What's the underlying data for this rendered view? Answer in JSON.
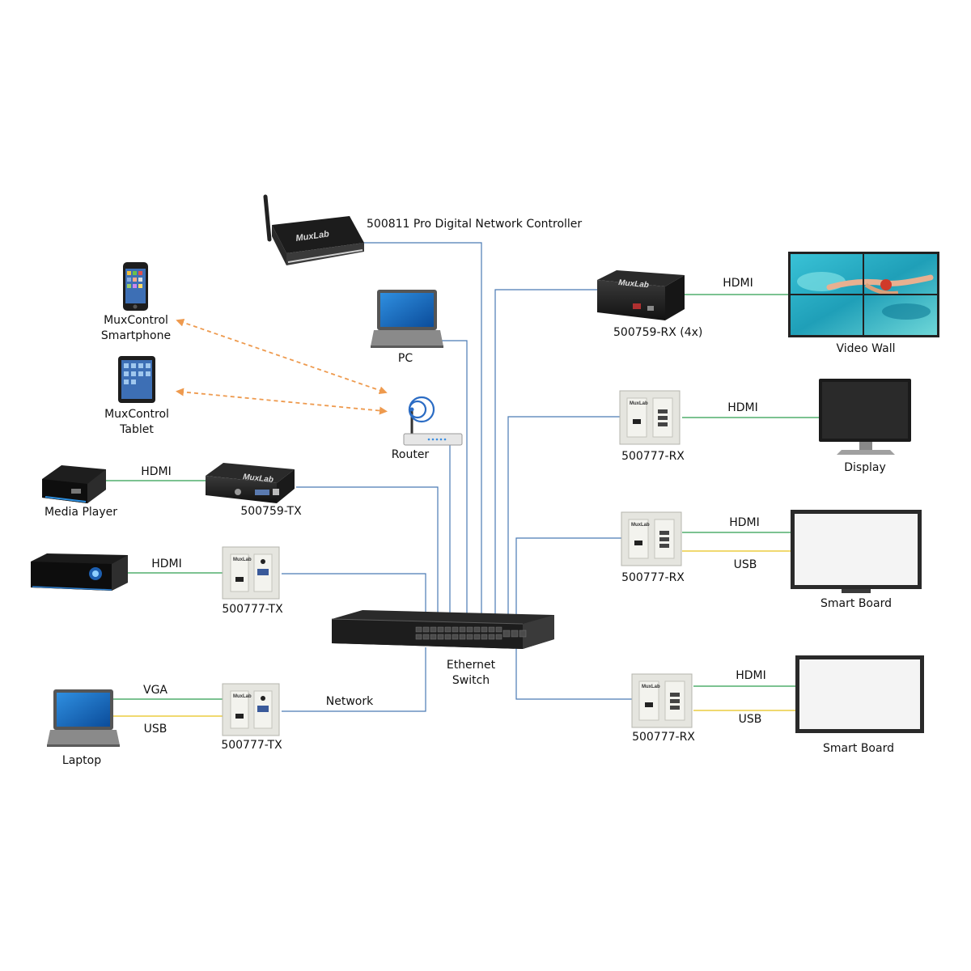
{
  "labels": {
    "controller": "500811 Pro Digital Network Controller",
    "smartphone_line1": "MuxControl",
    "smartphone_line2": "Smartphone",
    "tablet_line1": "MuxControl",
    "tablet_line2": "Tablet",
    "pc": "PC",
    "router": "Router",
    "media_player": "Media Player",
    "tx_500759": "500759-TX",
    "tx_500777_a": "500777-TX",
    "tx_500777_b": "500777-TX",
    "laptop": "Laptop",
    "switch_line1": "Ethernet",
    "switch_line2": "Switch",
    "rx_500759": "500759-RX  (4x)",
    "video_wall": "Video Wall",
    "rx_500777_a": "500777-RX",
    "display": "Display",
    "rx_500777_b": "500777-RX",
    "smart_board_a": "Smart Board",
    "rx_500777_c": "500777-RX",
    "smart_board_b": "Smart Board"
  },
  "links": {
    "hdmi_media_player": "HDMI",
    "hdmi_server": "HDMI",
    "vga_laptop": "VGA",
    "usb_laptop": "USB",
    "network": "Network",
    "hdmi_video_wall": "HDMI",
    "hdmi_display": "HDMI",
    "hdmi_smart_board_a": "HDMI",
    "usb_smart_board_a": "USB",
    "hdmi_smart_board_b": "HDMI",
    "usb_smart_board_b": "USB"
  },
  "brand": {
    "logo": "MuxLab"
  },
  "colors": {
    "network_line": "#4a7ab5",
    "hdmi_line": "#2e9e4f",
    "usb_line": "#e7c21b",
    "wireless_line": "#ee9a4e"
  }
}
